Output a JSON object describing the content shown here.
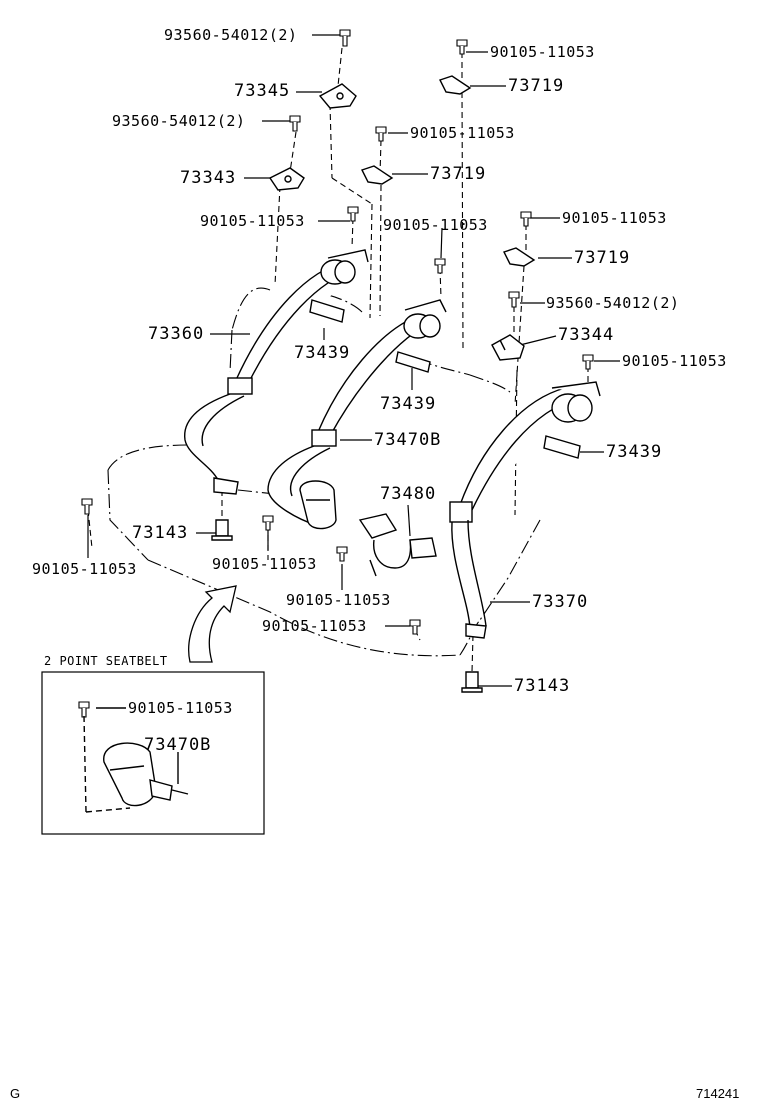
{
  "labels": {
    "screw_93560_top": "93560-54012(2)",
    "bolt_90105_a": "90105-11053",
    "anchor_73345": "73345",
    "cover_73719_a": "73719",
    "screw_93560_mid": "93560-54012(2)",
    "bolt_90105_b": "90105-11053",
    "anchor_73343": "73343",
    "cover_73719_b": "73719",
    "bolt_90105_c": "90105-11053",
    "bolt_90105_d": "90105-11053",
    "bolt_90105_e": "90105-11053",
    "cover_73719_c": "73719",
    "screw_93560_right": "93560-54012(2)",
    "belt_73360": "73360",
    "anchor_73344": "73344",
    "bolt_90105_f": "90105-11053",
    "plate_73439_a": "73439",
    "plate_73439_b": "73439",
    "plate_73439_c": "73439",
    "belt_73470b": "73470B",
    "buckle_73480": "73480",
    "bolt_90105_g": "90105-11053",
    "bolt_90105_h": "90105-11053",
    "spacer_73143_a": "73143",
    "bolt_90105_i": "90105-11053",
    "bolt_90105_j": "90105-11053",
    "belt_73370": "73370",
    "spacer_73143_b": "73143"
  },
  "inset": {
    "title": "2 POINT SEATBELT",
    "bolt": "90105-11053",
    "part": "73470B"
  },
  "footer": {
    "left": "G",
    "right": "714241"
  }
}
